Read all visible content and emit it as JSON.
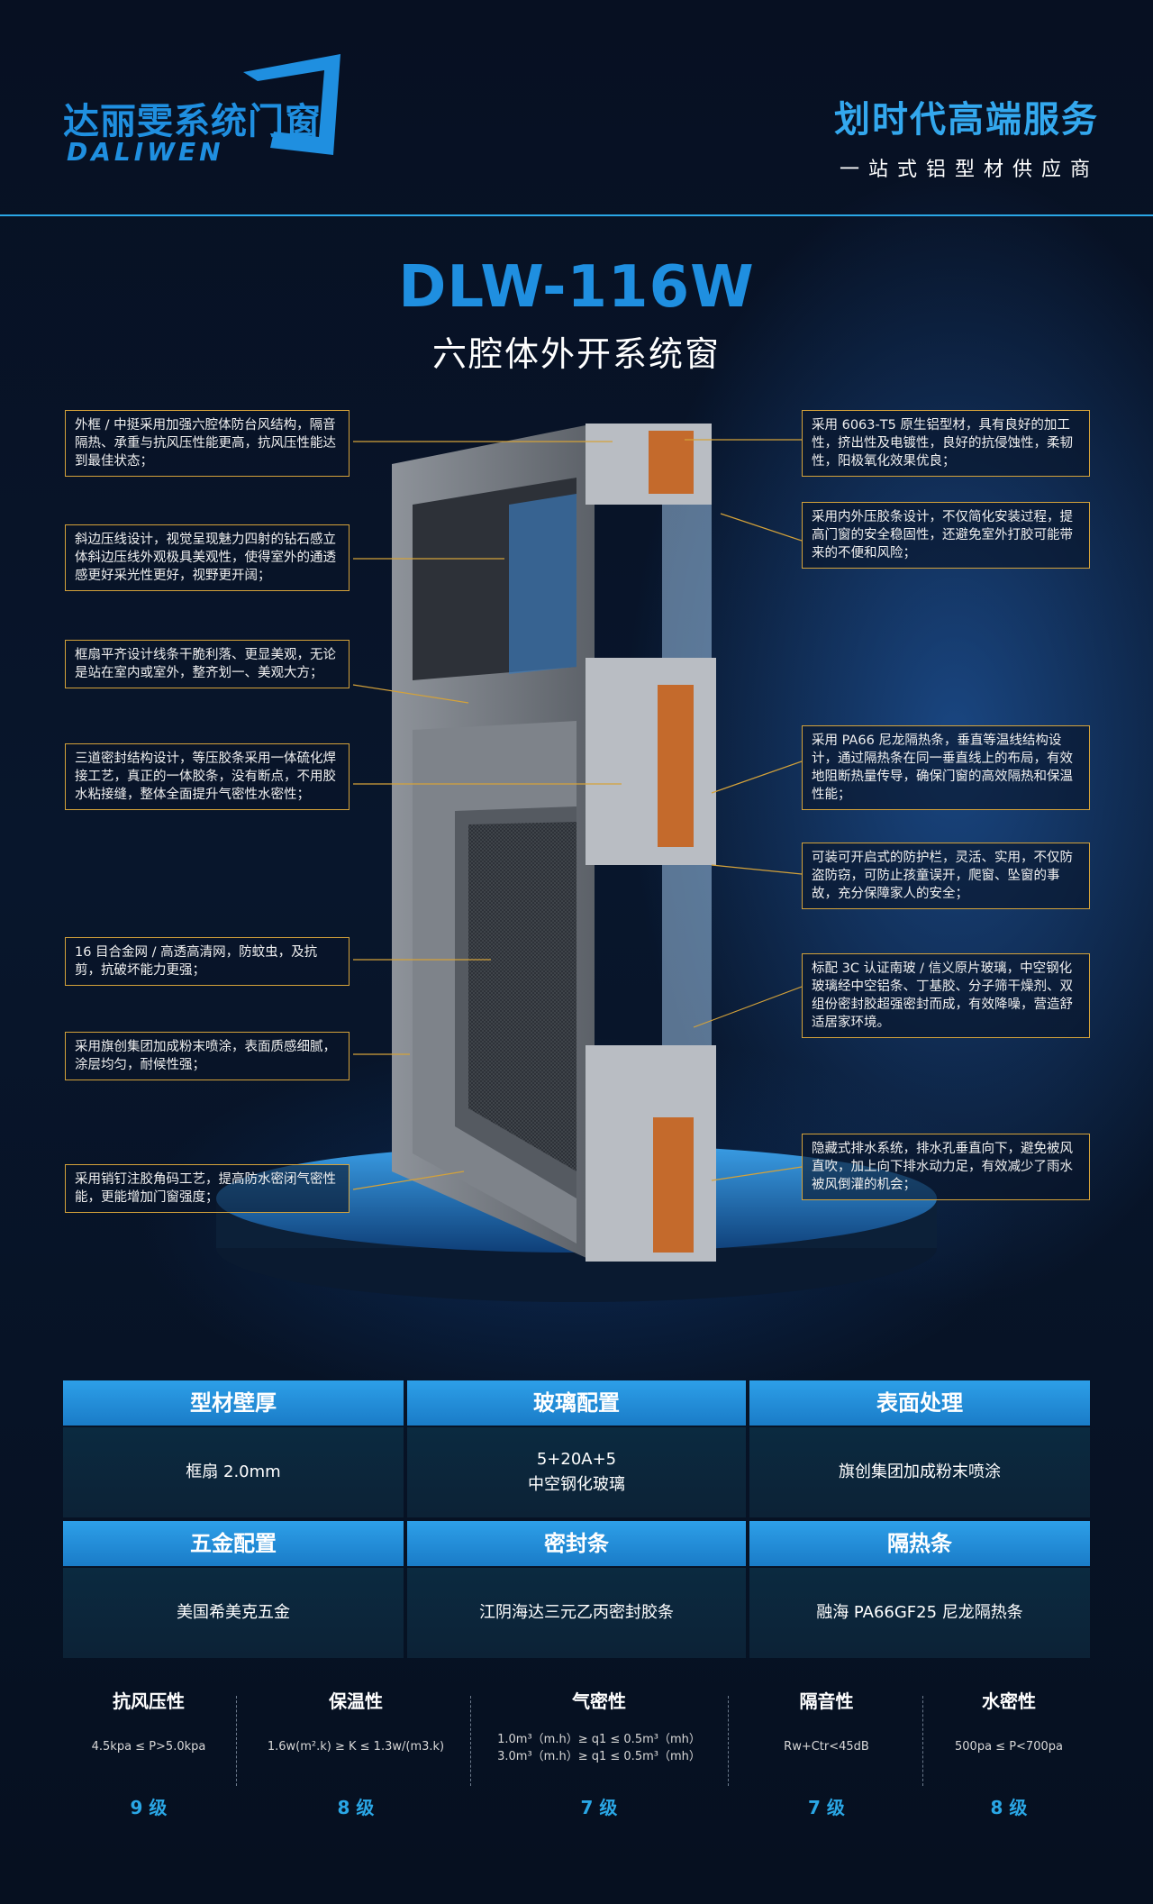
{
  "brand": {
    "name_cn": "达丽雯系统门窗",
    "name_en": "DALIWEN",
    "accent": "#1f8fe0"
  },
  "slogan": {
    "main": "划时代高端服务",
    "sub": "一站式铝型材供应商"
  },
  "product": {
    "model": "DLW-116W",
    "subtitle": "六腔体外开系统窗"
  },
  "callouts_left": [
    "外框 / 中挺采用加强六腔体防台风结构，隔音隔热、承重与抗风压性能更高，抗风压性能达到最佳状态；",
    "斜边压线设计，视觉呈现魅力四射的钻石感立体斜边压线外观极具美观性，使得室外的通透感更好采光性更好，视野更开阔；",
    "框扇平齐设计线条干脆利落、更显美观，无论是站在室内或室外，整齐划一、美观大方；",
    "三道密封结构设计，等压胶条采用一体硫化焊接工艺，真正的一体胶条，没有断点，不用胶水粘接缝，整体全面提升气密性水密性；",
    "16 目合金网 / 高透高清网，防蚊虫，及抗剪，抗破坏能力更强；",
    "采用旗创集团加成粉末喷涂，表面质感细腻，涂层均匀，耐候性强；",
    "采用销钉注胶角码工艺，提高防水密闭气密性能，更能增加门窗强度；"
  ],
  "callouts_right": [
    "采用 6063-T5 原生铝型材，具有良好的加工性，挤出性及电镀性，良好的抗侵蚀性，柔韧性，阳极氧化效果优良；",
    "采用内外压胶条设计，不仅简化安装过程，提高门窗的安全稳固性，还避免室外打胶可能带来的不便和风险；",
    "采用 PA66 尼龙隔热条，垂直等温线结构设计，通过隔热条在同一垂直线上的布局，有效地阻断热量传导，确保门窗的高效隔热和保温性能；",
    "可装可开启式的防护栏，灵活、实用，不仅防盗防窃，可防止孩童误开，爬窗、坠窗的事故，充分保障家人的安全；",
    "标配 3C 认证南玻 / 信义原片玻璃，中空钢化玻璃经中空铝条、丁基胶、分子筛干燥剂、双组份密封胶超强密封而成，有效降噪，营造舒适居家环境。",
    "隐藏式排水系统，排水孔垂直向下，避免被风直吹，加上向下排水动力足，有效减少了雨水被风倒灌的机会；"
  ],
  "specs": {
    "row1_headers": [
      "型材壁厚",
      "玻璃配置",
      "表面处理"
    ],
    "row1_values": [
      [
        "框扇 2.0mm"
      ],
      [
        "5+20A+5",
        "中空钢化玻璃"
      ],
      [
        "旗创集团加成粉末喷涂"
      ]
    ],
    "row2_headers": [
      "五金配置",
      "密封条",
      "隔热条"
    ],
    "row2_values": [
      [
        "美国希美克五金"
      ],
      [
        "江阴海达三元乙丙密封胶条"
      ],
      [
        "融海 PA66GF25 尼龙隔热条"
      ]
    ]
  },
  "performance": [
    {
      "name": "抗风压性",
      "values": [
        "4.5kpa ≤ P>5.0kpa"
      ],
      "grade": "9 级"
    },
    {
      "name": "保温性",
      "values": [
        "1.6w(m².k) ≥ K ≤ 1.3w/(m3.k)"
      ],
      "grade": "8 级"
    },
    {
      "name": "气密性",
      "values": [
        "1.0m³（m.h）≥ q1 ≤ 0.5m³（mh）",
        "3.0m³（m.h）≥ q1 ≤ 0.5m³（mh）"
      ],
      "grade": "7 级"
    },
    {
      "name": "隔音性",
      "values": [
        "Rw+Ctr<45dB"
      ],
      "grade": "7 级"
    },
    {
      "name": "水密性",
      "values": [
        "500pa ≤ P<700pa"
      ],
      "grade": "8 级"
    }
  ],
  "colors": {
    "accent": "#2aa7e6",
    "callout_border": "#d4a23a",
    "header_bar": "#2d9fe8",
    "background": "#071225"
  }
}
